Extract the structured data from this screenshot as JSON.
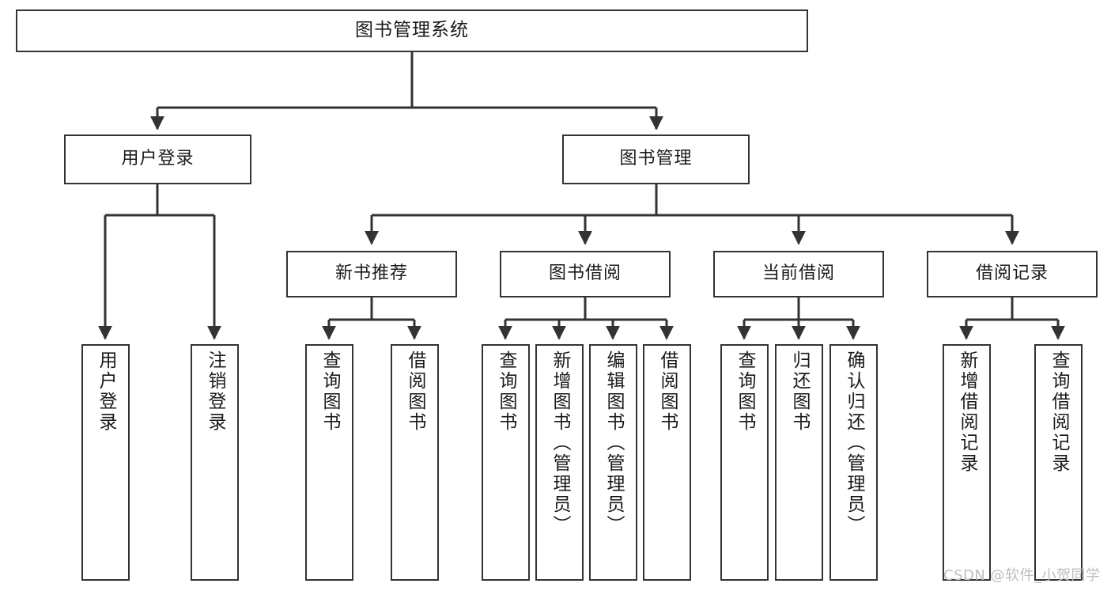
{
  "diagram": {
    "title": "图书管理系统",
    "type": "tree-hierarchy",
    "watermark": "CSDN @软件_小贺同学",
    "colors": {
      "node_border": "#333333",
      "node_fill": "#ffffff",
      "connector": "#333333",
      "text": "#1a1a1a",
      "watermark": "#bdbdbd",
      "background": "#ffffff"
    },
    "levels": {
      "level1": [
        "图书管理系统"
      ],
      "level2": [
        "用户登录",
        "图书管理"
      ],
      "level3": [
        "新书推荐",
        "图书借阅",
        "当前借阅",
        "借阅记录"
      ],
      "level4": [
        "用户登录",
        "注销登录",
        "查询图书",
        "借阅图书",
        "查询图书",
        "新增图书（管理员）",
        "编辑图书（管理员）",
        "借阅图书",
        "查询图书",
        "归还图书",
        "确认归还（管理员）",
        "新增借阅记录",
        "查询借阅记录"
      ]
    },
    "nodes": {
      "root": {
        "label": "图书管理系统"
      },
      "user_login": {
        "label": "用户登录"
      },
      "book_manage": {
        "label": "图书管理"
      },
      "new_book_rec": {
        "label": "新书推荐"
      },
      "book_borrow": {
        "label": "图书借阅"
      },
      "current_borrow": {
        "label": "当前借阅"
      },
      "borrow_record": {
        "label": "借阅记录"
      },
      "leaf_user_login": {
        "label": "用户登录"
      },
      "leaf_logout": {
        "label": "注销登录"
      },
      "leaf_query_book_a": {
        "label": "查询图书"
      },
      "leaf_borrow_book_a": {
        "label": "借阅图书"
      },
      "leaf_query_book_b": {
        "label": "查询图书"
      },
      "leaf_add_book": {
        "label": "新增图书（管理员）"
      },
      "leaf_edit_book": {
        "label": "编辑图书（管理员）"
      },
      "leaf_borrow_book_b": {
        "label": "借阅图书"
      },
      "leaf_query_book_c": {
        "label": "查询图书"
      },
      "leaf_return_book": {
        "label": "归还图书"
      },
      "leaf_confirm_return": {
        "label": "确认归还（管理员）"
      },
      "leaf_add_record": {
        "label": "新增借阅记录"
      },
      "leaf_query_record": {
        "label": "查询借阅记录"
      }
    }
  }
}
